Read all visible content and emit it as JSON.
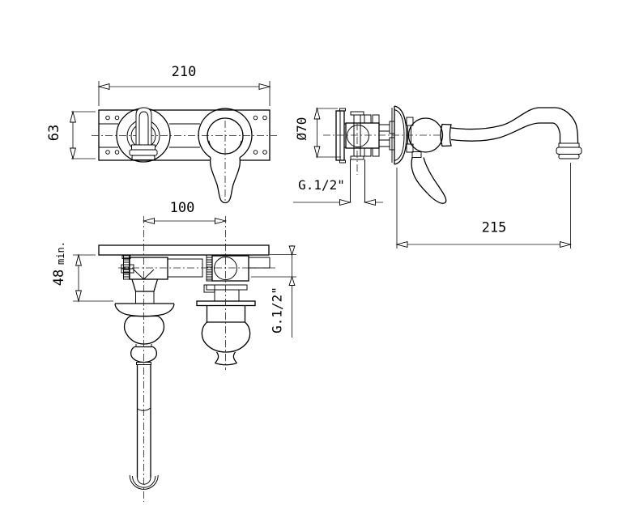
{
  "drawing": {
    "colors": {
      "line": "#000000",
      "background": "#ffffff"
    },
    "views": {
      "front": {
        "width_label": "210",
        "height_label": "63"
      },
      "side": {
        "diameter_label": "Ø70",
        "thread_label": "G.1/2\"",
        "reach_label": "215"
      },
      "plan": {
        "spacing_label": "100",
        "depth_label": "48",
        "depth_qualifier": "min.",
        "thread_label": "G.1/2\""
      }
    }
  }
}
